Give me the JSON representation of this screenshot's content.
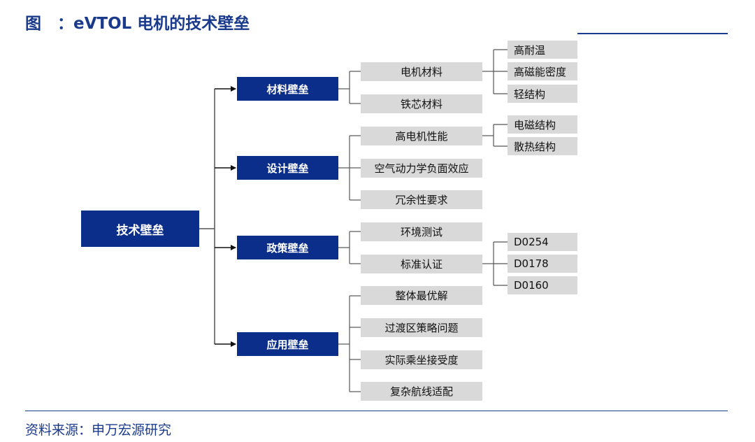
{
  "header": {
    "title": "图　：eVTOL 电机的技术壁垒"
  },
  "root": {
    "label": "技术壁垒"
  },
  "categories": [
    {
      "label": "材料壁垒",
      "items": [
        {
          "label": "电机材料",
          "leaves": [
            "高耐温",
            "高磁能密度",
            "轻结构"
          ]
        },
        {
          "label": "铁芯材料",
          "leaves": []
        }
      ]
    },
    {
      "label": "设计壁垒",
      "items": [
        {
          "label": "高电机性能",
          "leaves": [
            "电磁结构",
            "散热结构"
          ]
        },
        {
          "label": "空气动力学负面效应",
          "leaves": []
        },
        {
          "label": "冗余性要求",
          "leaves": []
        }
      ]
    },
    {
      "label": "政策壁垒",
      "items": [
        {
          "label": "环境测试",
          "leaves": []
        },
        {
          "label": "标准认证",
          "leaves": [
            "D0254",
            "D0178",
            "D0160"
          ]
        }
      ]
    },
    {
      "label": "应用壁垒",
      "items": [
        {
          "label": "整体最优解",
          "leaves": []
        },
        {
          "label": "过渡区策略问题",
          "leaves": []
        },
        {
          "label": "实际乘坐接受度",
          "leaves": []
        },
        {
          "label": "复杂航线适配",
          "leaves": []
        }
      ]
    }
  ],
  "footer": {
    "source": "资料来源：申万宏源研究"
  },
  "colors": {
    "brand": "#0b2e8a",
    "box": "#d9d9d9",
    "line": "#555555",
    "text": "#1a3a8c"
  }
}
